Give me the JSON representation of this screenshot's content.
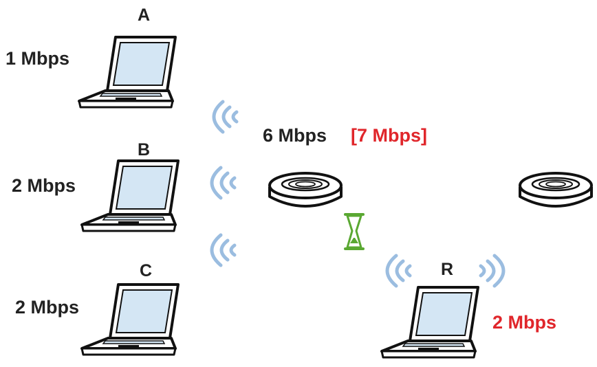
{
  "clients": [
    {
      "name": "A",
      "rate": "1 Mbps"
    },
    {
      "name": "B",
      "rate": "2 Mbps"
    },
    {
      "name": "C",
      "rate": "2 Mbps"
    }
  ],
  "ap": {
    "rate": "6 Mbps",
    "rate_alt": "[7 Mbps]"
  },
  "roaming_client": {
    "name": "R",
    "rate": "2 Mbps"
  },
  "colors": {
    "accent": "#e0262b",
    "wave": "#9bbde0",
    "hourglass": "#5aa832",
    "device": "#111111",
    "screen": "#d4e6f4"
  },
  "icons": [
    "laptop-icon",
    "access-point-icon",
    "wireless-signal-icon",
    "hourglass-icon"
  ]
}
